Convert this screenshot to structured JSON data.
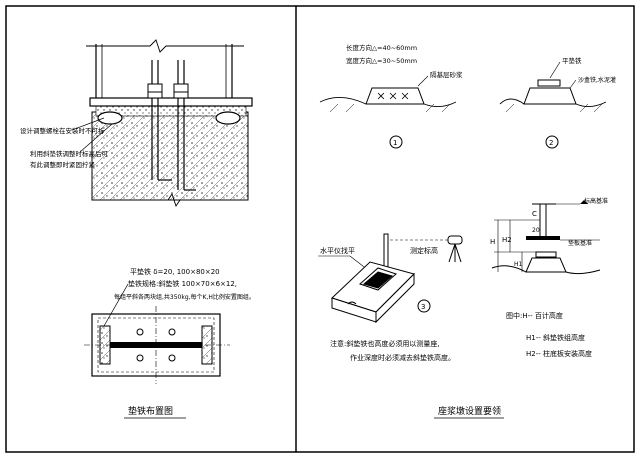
{
  "left_panel": {
    "callouts": {
      "adjust_bolt_note": "设计调整螺栓在安装时不可拆",
      "wedge_note_line1": "利用斜垫铁调整时标高后可",
      "wedge_note_line2": "有此调整即时紧固拧紧",
      "plate_spec1": "平垫铁 δ=20, 100×80×20",
      "plate_spec2": "垫铁规格:斜垫铁 100×70×6×12,",
      "plate_spec3": "每组平斜各两块组,共350kg,每个K,H比例安置图组。"
    },
    "caption": "垫铁布置图"
  },
  "right_panel": {
    "dims": {
      "length_dim": "长度方向△=40~60mm",
      "width_dim": "宽度方向△=30~50mm",
      "grout_label": "隔基层砂浆",
      "plate_label": "平垫铁",
      "level_label": "水平仪找平",
      "sandbag_label": "沙盒铁,水泥灌",
      "target_label": "测定标高",
      "base_elev_label": "标高基准",
      "grade_label": "垫板基准",
      "H": "H",
      "H1": "H1",
      "H2": "H2",
      "C": "C",
      "dim_20": "20"
    },
    "circle_labels": [
      "①",
      "②",
      "③"
    ],
    "notes": {
      "method1": "注意:斜垫铁也高度必须用以测量座,",
      "method2": "作业深度时必须减去斜垫铁高度。",
      "legend_title": "图中:H-- 百计高度",
      "legend_h1": "H1-- 斜垫铁组高度",
      "legend_h2": "H2-- 柱底板安装高度"
    },
    "caption": "座浆墩设置要领"
  }
}
